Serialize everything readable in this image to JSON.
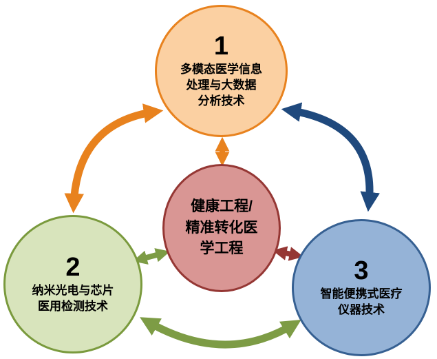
{
  "diagram": {
    "circles": {
      "c1": {
        "number": "1",
        "lines": [
          "多模态医学信息",
          "处理与大数据",
          "分析技术"
        ]
      },
      "c2": {
        "number": "2",
        "lines": [
          "纳米光电与芯片",
          "医用检测技术"
        ]
      },
      "c3": {
        "number": "3",
        "lines": [
          "智能便携式医疗",
          "仪器技术"
        ]
      },
      "center": {
        "lines": [
          "健康工程/",
          "精准转化医",
          "学工程"
        ]
      }
    },
    "colors": {
      "c1_fill": "#FBD0A2",
      "c1_border": "#E8821E",
      "c2_fill": "#D8E4BC",
      "c2_border": "#7A9A3D",
      "c3_fill": "#95B3D7",
      "c3_border": "#366092",
      "center_fill": "#D99694",
      "center_border": "#953734",
      "arrow_orange": "#E8821E",
      "arrow_blue": "#1F497D",
      "arrow_green": "#7D9C45",
      "arrow_red": "#953734"
    }
  }
}
